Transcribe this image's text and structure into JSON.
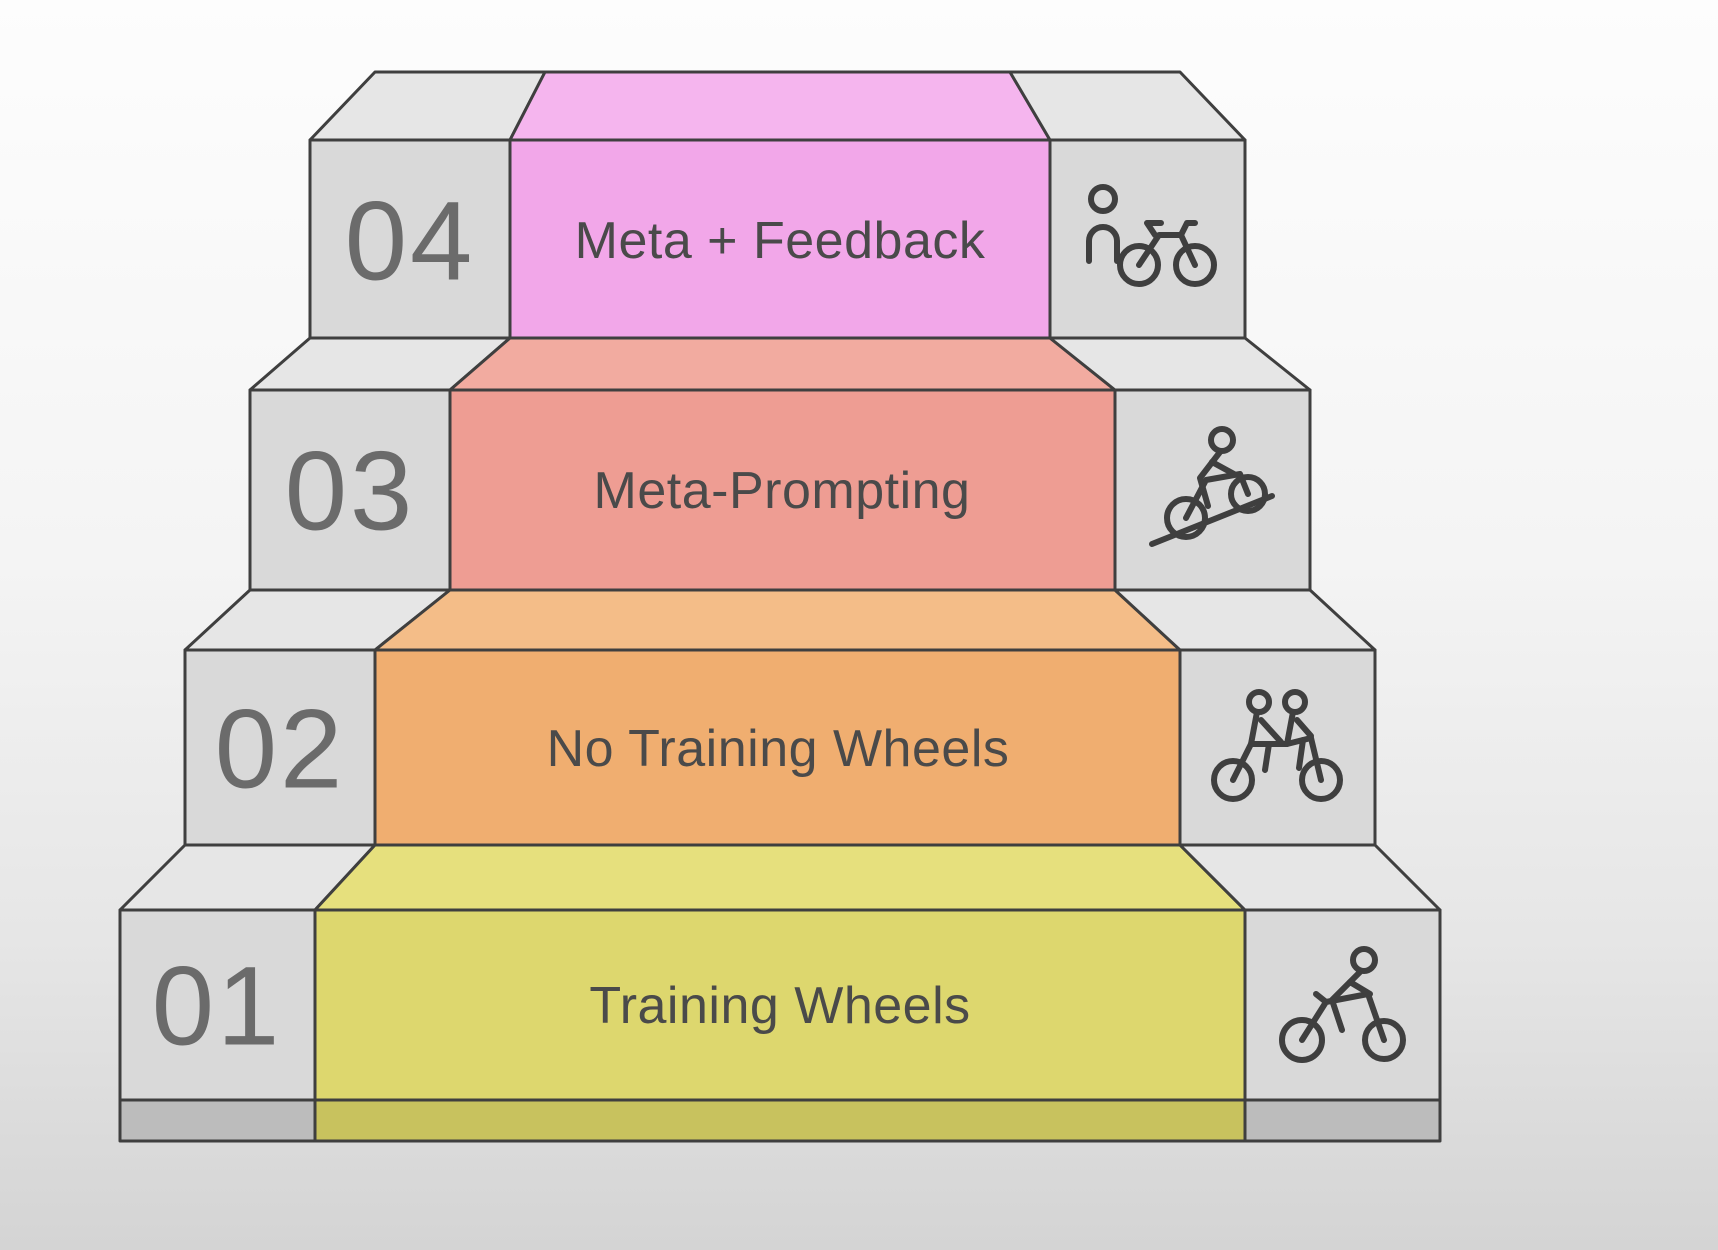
{
  "palette": {
    "background_top": "#fdfdfd",
    "background_bottom": "#d4d4d4",
    "outline": "#3f3f3f",
    "gray_block_front": "#d9d9d9",
    "gray_block_top": "#e6e6e6",
    "gray_block_base": "#bcbcbc",
    "number_color": "#6b6b6b",
    "label_color": "#4a4a4a",
    "icon_stroke": "#3f3f3f"
  },
  "diagram": {
    "type": "staircase-levels",
    "steps": [
      {
        "number": "01",
        "label": "Training Wheels",
        "front_color": "#ddd76e",
        "top_color": "#e6e07d",
        "base_color": "#c8c25e",
        "icon": "cyclist-icon"
      },
      {
        "number": "02",
        "label": "No Training Wheels",
        "front_color": "#f0ae70",
        "top_color": "#f4bd88",
        "icon": "tandem-cyclists-icon"
      },
      {
        "number": "03",
        "label": "Meta-Prompting",
        "front_color": "#ee9d93",
        "top_color": "#f2aba0",
        "icon": "uphill-cyclist-icon"
      },
      {
        "number": "04",
        "label": "Meta + Feedback",
        "front_color": "#f2a7e9",
        "top_color": "#f5b5ee",
        "icon": "person-with-bicycle-icon"
      }
    ]
  }
}
